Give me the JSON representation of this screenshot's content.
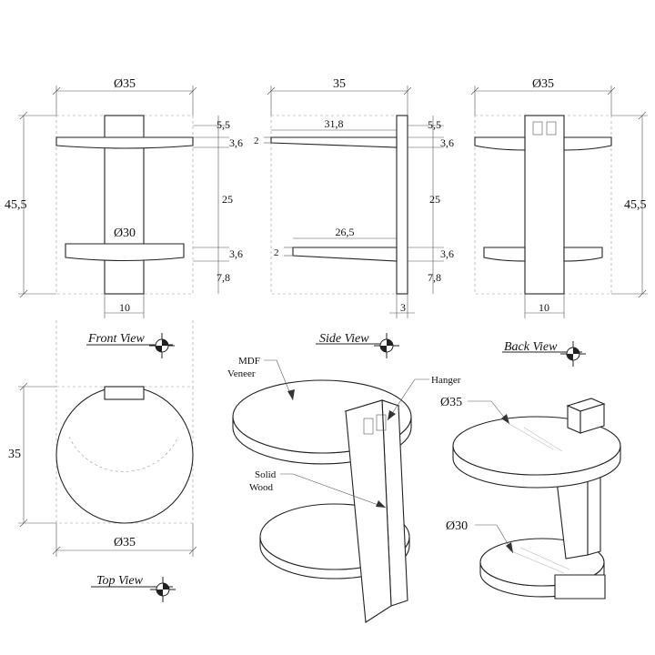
{
  "front_view": {
    "title": "Front View",
    "width_dim": "Ø35",
    "height_dim": "45,5",
    "top_gap_dim": "5,5",
    "top_shelf_dim": "3,6",
    "spacing_dim": "25",
    "bottom_shelf_dim": "3,6",
    "bottom_gap_dim": "7,8",
    "lower_shelf_dim": "Ø30",
    "post_width_dim": "10"
  },
  "side_view": {
    "title": "Side View",
    "width_dim": "35",
    "top_arm_dim": "31,8",
    "bottom_arm_dim": "26,5",
    "top_taper_dim": "2",
    "bottom_taper_dim": "2",
    "top_gap_dim": "5,5",
    "top_shelf_dim": "3,6",
    "spacing_dim": "25",
    "bottom_shelf_dim": "3,6",
    "bottom_gap_dim": "7,8",
    "post_depth_dim": "3"
  },
  "back_view": {
    "title": "Back View",
    "width_dim": "Ø35",
    "height_dim": "45,5",
    "post_width_dim": "10"
  },
  "top_view": {
    "title": "Top View",
    "height_dim": "35",
    "width_dim": "Ø35"
  },
  "iso_front": {
    "mdf_label_line1": "MDF",
    "mdf_label_line2": "Veneer",
    "hanger_label": "Hanger",
    "wood_label_line1": "Solid",
    "wood_label_line2": "Wood"
  },
  "iso_back": {
    "top_dim": "Ø35",
    "bottom_dim": "Ø30"
  }
}
